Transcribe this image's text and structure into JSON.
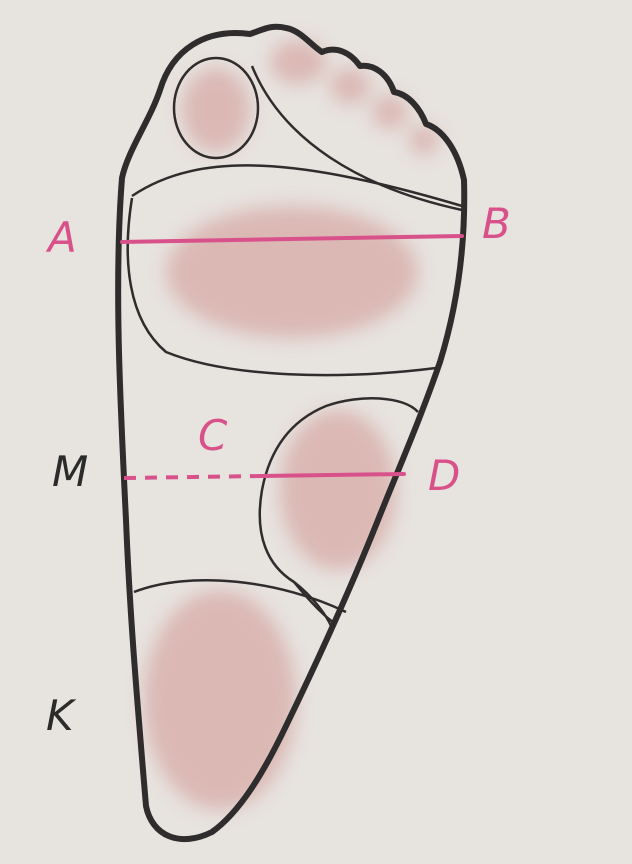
{
  "colors": {
    "paper": "#e7e3df",
    "outline": "#2e2c2c",
    "pad": "#d9b1ad",
    "marker": "#d8518b",
    "label_black": "#2b2b2b",
    "label_pink": "#d8518b"
  },
  "labels": {
    "A": "A",
    "B": "B",
    "C": "C",
    "D": "D",
    "M": "M",
    "K": "K"
  },
  "lines": {
    "ab": {
      "from": "A",
      "to": "B",
      "style": "solid"
    },
    "md": {
      "from": "M",
      "to": "D",
      "style": "dashed-then-solid"
    }
  }
}
